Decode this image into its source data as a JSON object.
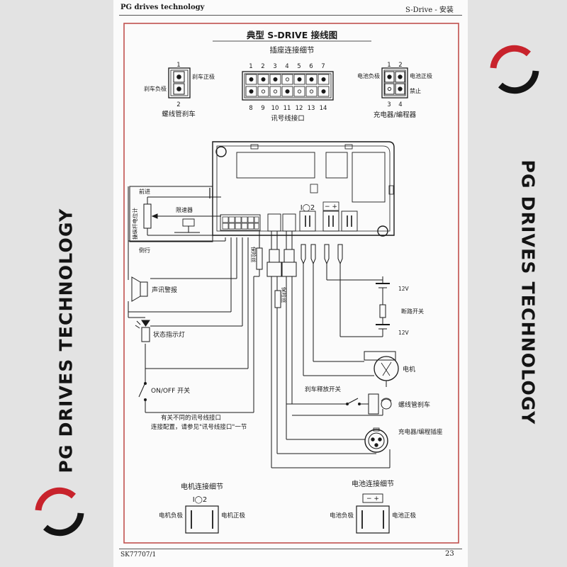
{
  "header": {
    "left": "PG drives technology",
    "right": "S-Drive - 安装"
  },
  "footer": {
    "left": "SK77707/1",
    "right": "23"
  },
  "watermark": {
    "text": "PG DRIVES TECHNOLOGY",
    "logo_color": "#c8232c"
  },
  "colors": {
    "frame": "#c0504d",
    "ink": "#1a1a1a"
  },
  "diagram": {
    "title": "典型 S-DRIVE 接线图",
    "subtitle": "插座连接细节",
    "connectors": {
      "brake": {
        "pin_top": "1",
        "pin_bottom": "2",
        "label_pos": "刹车正极",
        "label_neg": "刹车负极",
        "caption": "螺线管刹车"
      },
      "signal": {
        "pins_top": [
          "1",
          "2",
          "3",
          "4",
          "5",
          "6",
          "7"
        ],
        "pins_bottom": [
          "8",
          "9",
          "10",
          "11",
          "12",
          "13",
          "14"
        ],
        "caption": "讯号线接口"
      },
      "charger": {
        "pins_top": [
          "1",
          "2"
        ],
        "pins_bottom": [
          "3",
          "4"
        ],
        "label_neg": "电池负极",
        "label_pos": "电池正极",
        "label_inhibit": "禁止",
        "caption": "充电器/编程器"
      }
    },
    "controller": {
      "motor_symbol": "I◯2",
      "battery_symbol": "− +"
    },
    "throttle": {
      "forward": "前进",
      "reverse": "倒行",
      "pot_label": "操纵杆电位计",
      "limiter": "限速器"
    },
    "labels": {
      "fuse_top": "保险丝",
      "fuse_bottom": "保险丝",
      "buzzer": "声讯警报",
      "status_lamp": "状态指示灯",
      "onoff": "ON/OFF 开关",
      "battery_top": "12V",
      "breaker": "断路开关",
      "battery_bottom": "12V",
      "motor": "电机",
      "brake_release": "刹车释放开关",
      "solenoid_brake": "螺线管刹车",
      "charger_socket": "充电器/编程插座",
      "note_line1": "有关不同的讯号线接口",
      "note_line2": "连接配置，请参见\"讯号线接口\"一节"
    },
    "motor_detail": {
      "title": "电机连接细节",
      "symbol": "I◯2",
      "neg": "电机负极",
      "pos": "电机正极"
    },
    "battery_detail": {
      "title": "电池连接细节",
      "symbol": "− +",
      "neg": "电池负极",
      "pos": "电池正极"
    }
  }
}
